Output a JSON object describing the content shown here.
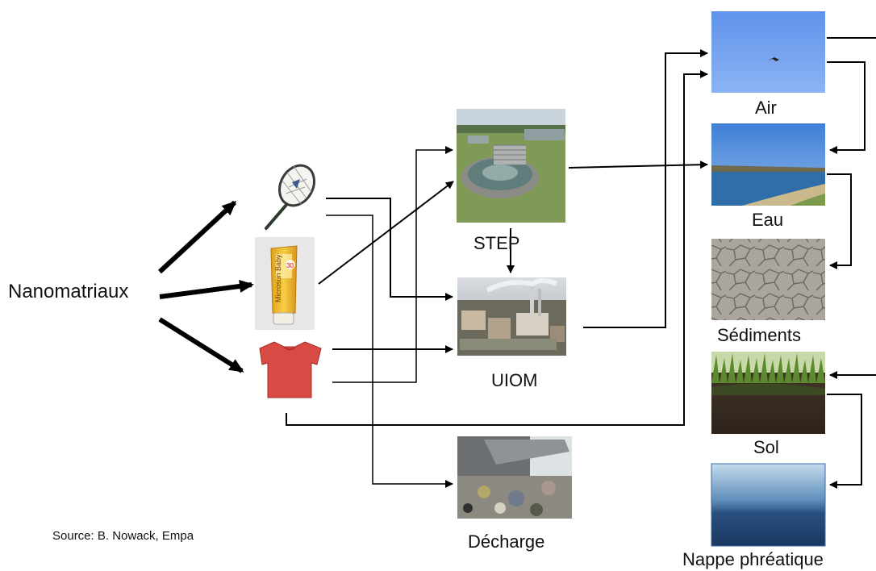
{
  "title": "Nanomatriaux",
  "labels": {
    "step": "STEP",
    "uiom": "UIOM",
    "decharge": "Décharge",
    "air": "Air",
    "eau": "Eau",
    "sediments": "Sédiments",
    "sol": "Sol",
    "nappe": "Nappe phréatique"
  },
  "source": "Source: B. Nowack, Empa",
  "products": [
    "tennis-racket",
    "sunscreen-tube",
    "t-shirt"
  ],
  "sunscreen_text": {
    "brand": "Microsun Baby",
    "spf": "30"
  },
  "colors": {
    "sky": "#6d9ff0",
    "water": "#2f6ea8",
    "sediment": "#a9a49c",
    "soil_grass": "#5c8a2e",
    "soil_dirt": "#3a2c22",
    "groundwater_top": "#b8d2e6",
    "groundwater_bottom": "#1c3d66",
    "shirt": "#d84a44",
    "arrow": "#000000"
  }
}
